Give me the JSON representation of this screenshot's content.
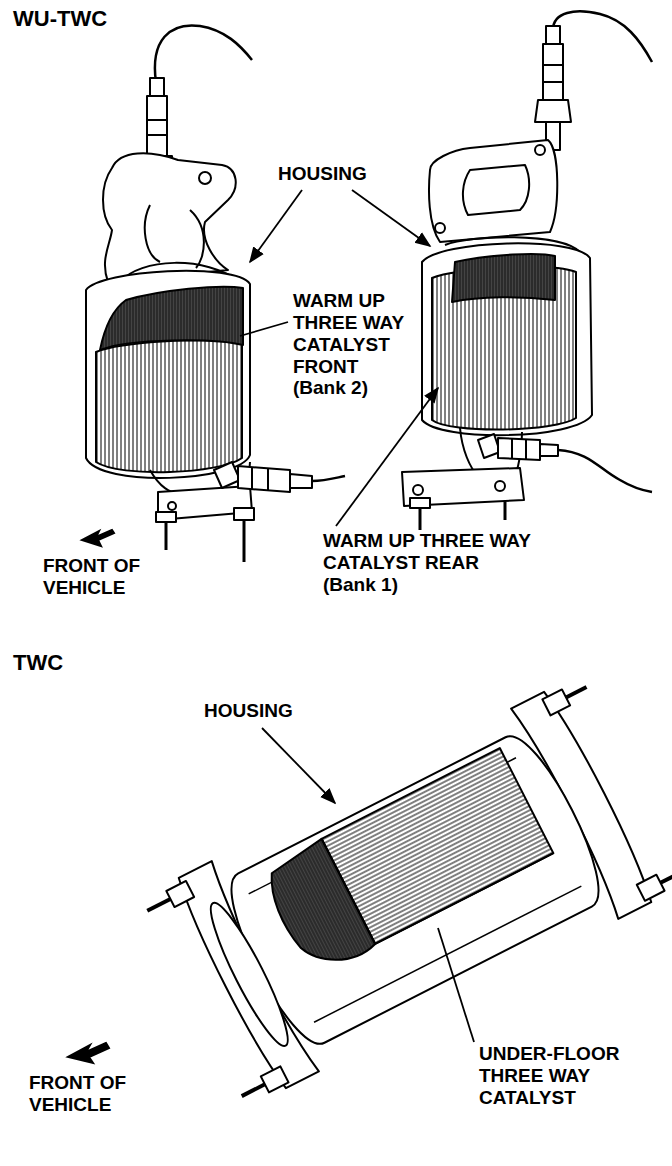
{
  "diagram": {
    "labels": [
      "WU-TWC",
      "HOUSING",
      "WARM UP THREE WAY CATALYST FRONT (Bank 2)",
      "FRONT OF VEHICLE",
      "WARM UP THREE WAY CATALYST REAR (Bank 1)",
      "TWC",
      "HOUSING",
      "FRONT OF VEHICLE",
      "UNDER-FLOOR THREE WAY CATALYST"
    ]
  }
}
